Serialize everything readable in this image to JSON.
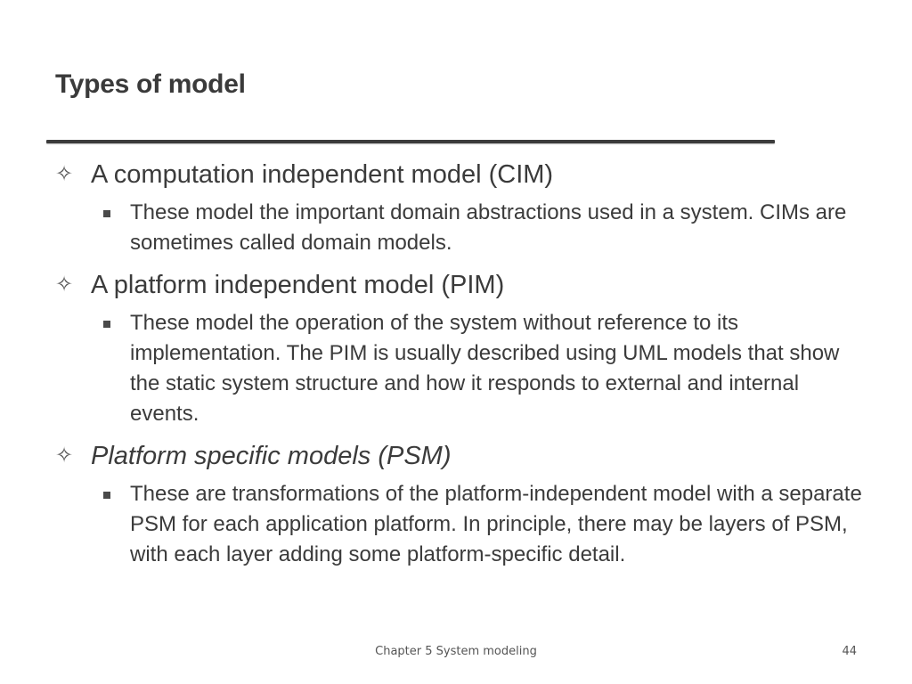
{
  "title": "Types of model",
  "icons": {
    "level1": "four-point-star-outline-icon",
    "level2": "square-bullet-icon"
  },
  "items": [
    {
      "heading": "A computation independent model (CIM)",
      "detail": "These model the important domain abstractions used in a system. CIMs are sometimes called domain models."
    },
    {
      "heading": "A platform independent model (PIM)",
      "detail": "These model the operation of the system without reference to its implementation. The PIM is usually described using UML models that show the static system structure and how it responds to external and internal events."
    },
    {
      "heading": "Platform specific models (PSM)",
      "detail": "These are transformations of the platform-independent model with a separate PSM for each application platform. In principle, there may be layers of PSM, with each layer adding some platform-specific detail."
    }
  ],
  "footer": {
    "center": "Chapter 5 System modeling",
    "page": "44"
  }
}
